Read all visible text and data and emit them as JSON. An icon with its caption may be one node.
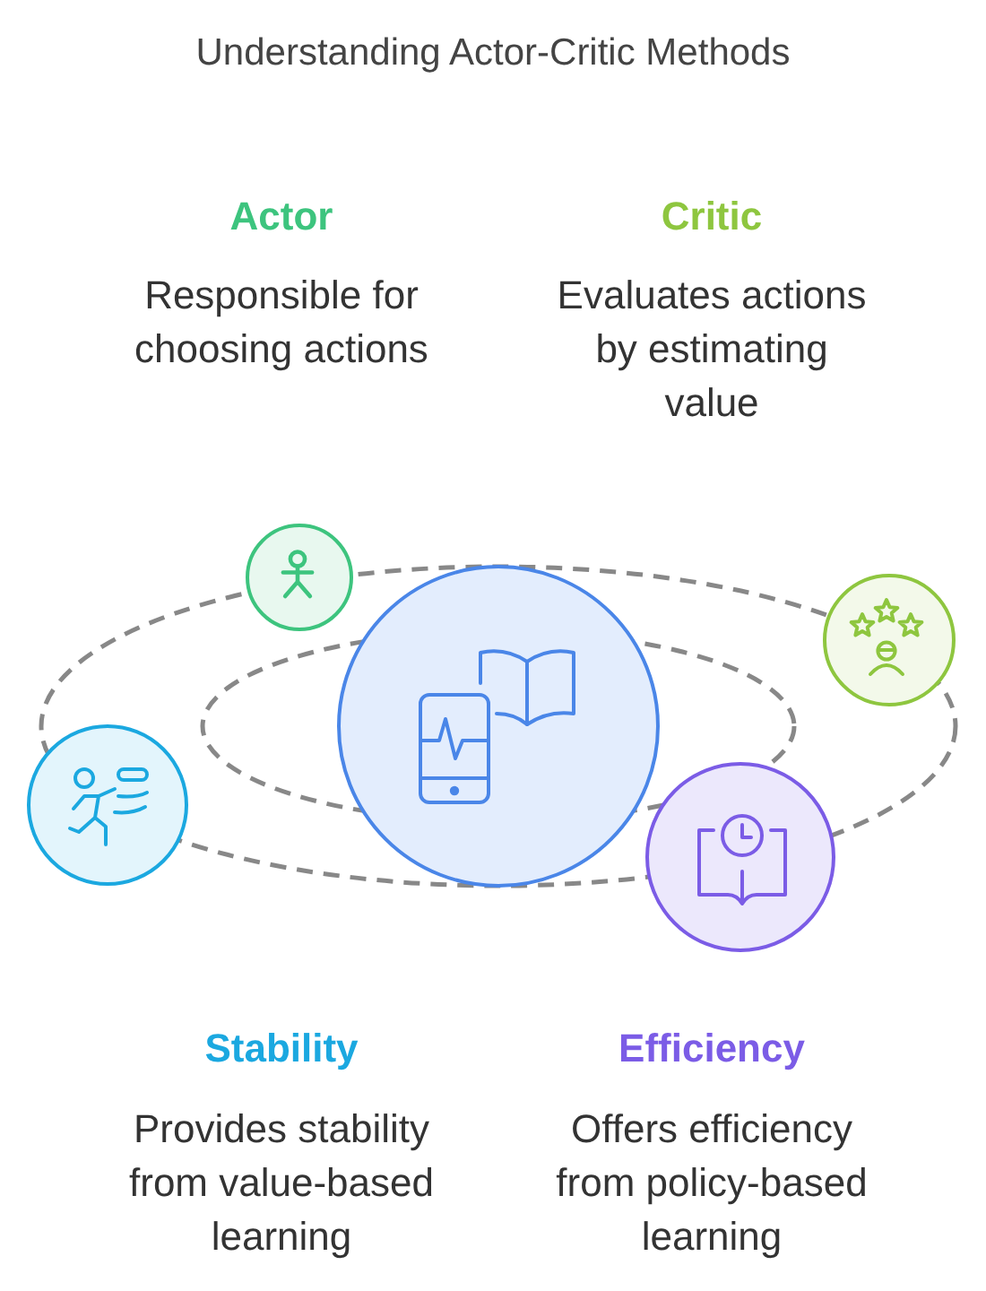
{
  "diagram": {
    "title": "Understanding Actor-Critic Methods",
    "nodes": [
      {
        "text": [],
        "shape": "circle"
      },
      {
        "text": [],
        "shape": "circle"
      },
      {
        "text": [],
        "shape": "circle"
      },
      {
        "text": [],
        "shape": "circle"
      },
      {
        "text": [],
        "shape": "circle"
      }
    ],
    "labels": [
      "Actor",
      "Critic",
      "Responsible for choosing actions",
      "Evaluates actions by estimating value",
      "Stability",
      "Efficiency",
      "Provides stability from value-based learning",
      "Offers efficiency from policy-based learning"
    ]
  }
}
